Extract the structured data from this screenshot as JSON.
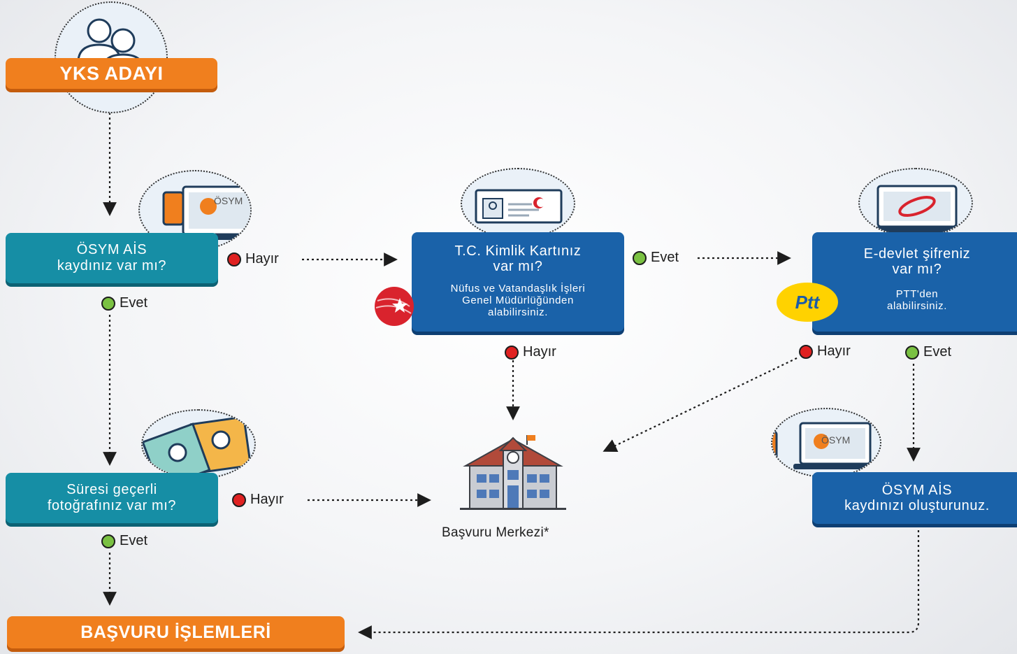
{
  "nodes": {
    "start": "YKS ADAYI",
    "osym_ais_question": [
      "ÖSYM AİS",
      "kaydınız var mı?"
    ],
    "tc_question": [
      "T.C. Kimlik Kartınız",
      "var mı?"
    ],
    "tc_note": [
      "Nüfus ve Vatandaşlık İşleri",
      "Genel Müdürlüğünden",
      "alabilirsiniz."
    ],
    "edevlet_question": [
      "E-devlet şifreniz",
      "var mı?"
    ],
    "edevlet_note": [
      "PTT'den",
      "alabilirsiniz."
    ],
    "photo_question": [
      "Süresi geçerli",
      "fotoğrafınız var mı?"
    ],
    "create_ais": [
      "ÖSYM AİS",
      "kaydınızı oluşturunuz."
    ],
    "center": "Başvuru Merkezi*",
    "end": "BAŞVURU İŞLEMLERİ"
  },
  "edge_labels": {
    "no": "Hayır",
    "yes": "Evet"
  },
  "logos": {
    "osym": "ÖSYM",
    "ptt": "Ptt"
  },
  "colors": {
    "orange": "#f07f1e",
    "teal": "#168ea5",
    "blue": "#1a62a9",
    "yes_dot": "#7ac142",
    "no_dot": "#e02121"
  }
}
